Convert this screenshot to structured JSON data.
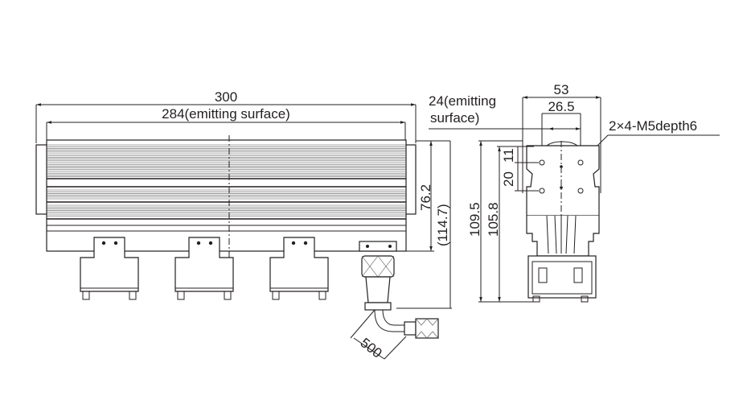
{
  "front_view": {
    "overall_length": "300",
    "emitting_length": "284(emitting surface)",
    "body_height": "76.2",
    "total_height": "(114.7)",
    "cable_length": "500"
  },
  "side_view": {
    "emitting_width_line1": "24(emitting",
    "emitting_width_line2": "surface)",
    "overall_width": "53",
    "hole_pitch": "26.5",
    "thread_spec": "2×4-M5depth6",
    "hole_vertical_pitch": "20",
    "hole_offset": "11",
    "overall_height": "109.5",
    "body_height": "105.8"
  },
  "colors": {
    "line": "#231f20",
    "background": "#ffffff"
  }
}
